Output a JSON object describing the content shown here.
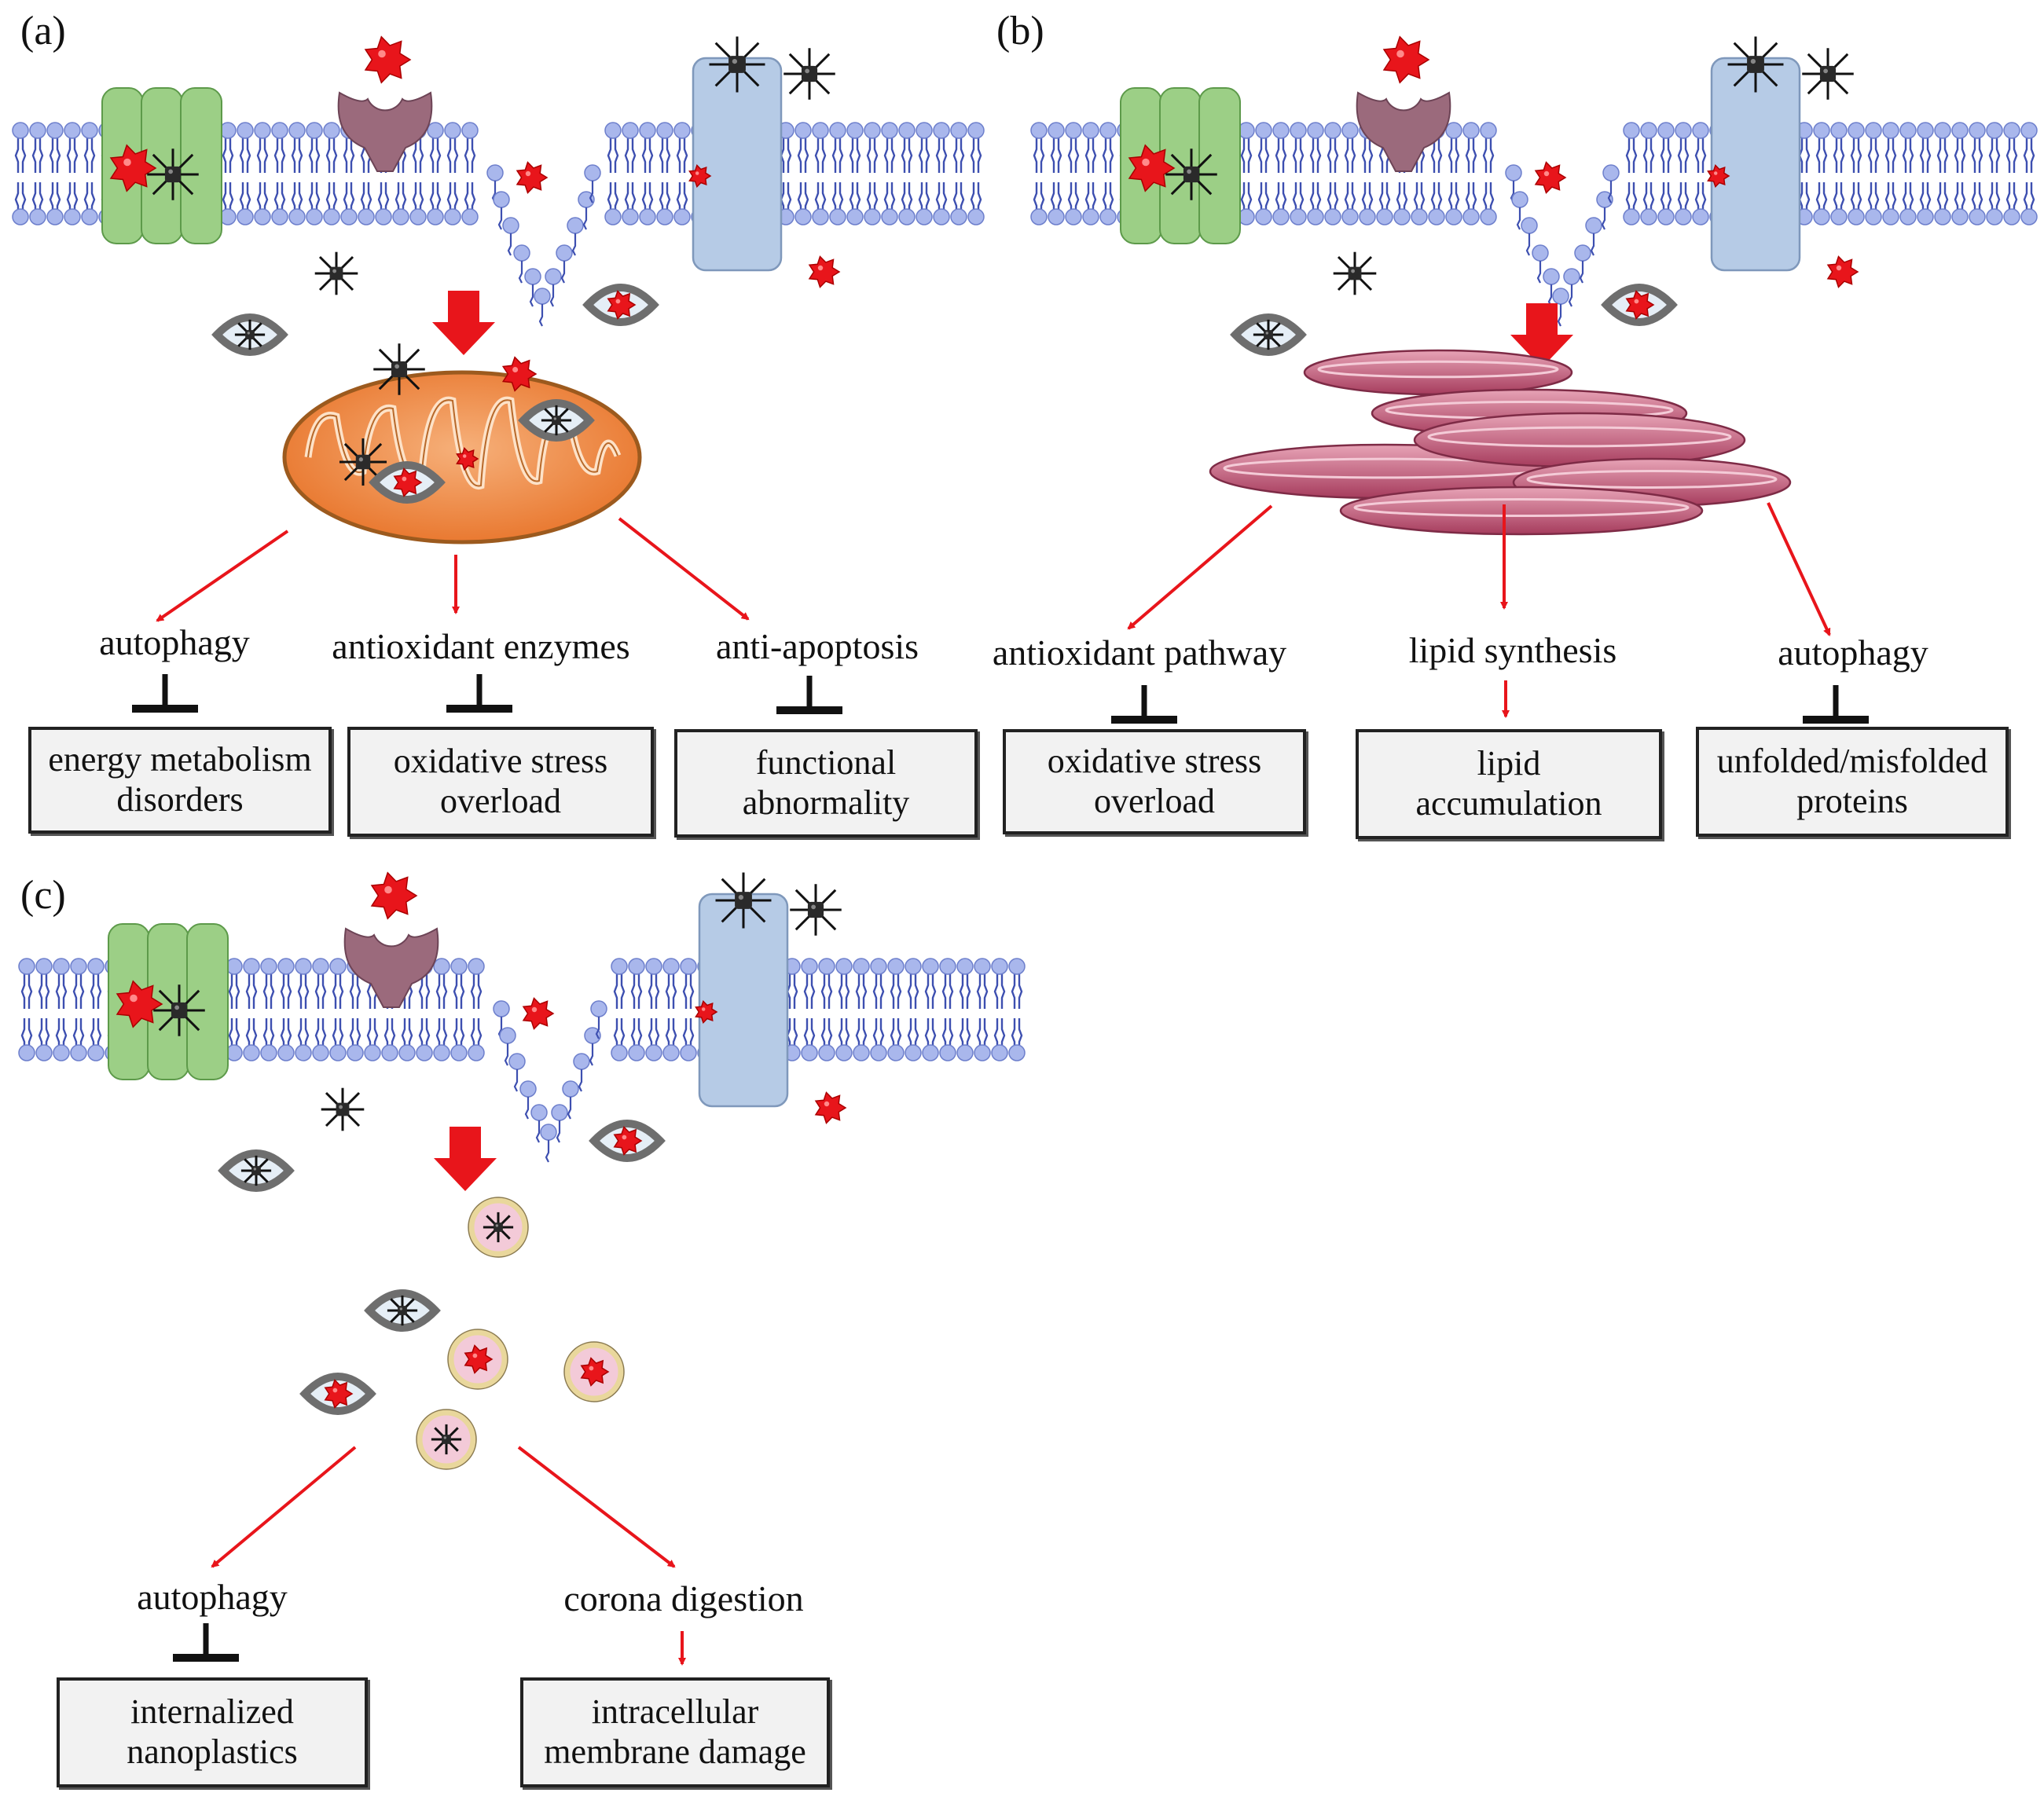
{
  "panels": {
    "a": {
      "label": "(a)",
      "mechanisms": [
        {
          "text": "autophagy",
          "relation": "inhibit",
          "outcome": [
            "energy metabolism",
            "disorders"
          ]
        },
        {
          "text": "antioxidant enzymes",
          "relation": "inhibit",
          "outcome": [
            "oxidative stress",
            "overload"
          ]
        },
        {
          "text": "anti-apoptosis",
          "relation": "inhibit",
          "outcome": [
            "functional",
            "abnormality"
          ]
        }
      ]
    },
    "b": {
      "label": "(b)",
      "mechanisms": [
        {
          "text": "antioxidant pathway",
          "relation": "inhibit",
          "outcome": [
            "oxidative stress",
            "overload"
          ]
        },
        {
          "text": "lipid synthesis",
          "relation": "promote",
          "outcome": [
            "lipid",
            "accumulation"
          ]
        },
        {
          "text": "autophagy",
          "relation": "inhibit",
          "outcome": [
            "unfolded/misfolded",
            "proteins"
          ]
        }
      ]
    },
    "c": {
      "label": "(c)",
      "mechanisms": [
        {
          "text": "autophagy",
          "relation": "inhibit",
          "outcome": [
            "internalized",
            "nanoplastics"
          ]
        },
        {
          "text": "corona digestion",
          "relation": "promote",
          "outcome": [
            "intracellular",
            "membrane damage"
          ]
        }
      ]
    }
  },
  "colors": {
    "arrow_red": "#e8151b",
    "inhibit_black": "#111111",
    "lipid_head": "#a9b7ec",
    "lipid_tail": "#3d4fb0",
    "channel_green": "#9ccf86",
    "transporter_blue": "#b6cbe6",
    "receptor_mauve": "#9b6a7c",
    "mitochondrion_orange": "#f08a3c",
    "golgi_pink": "#b9506e",
    "box_fill": "#f2f2f2"
  }
}
